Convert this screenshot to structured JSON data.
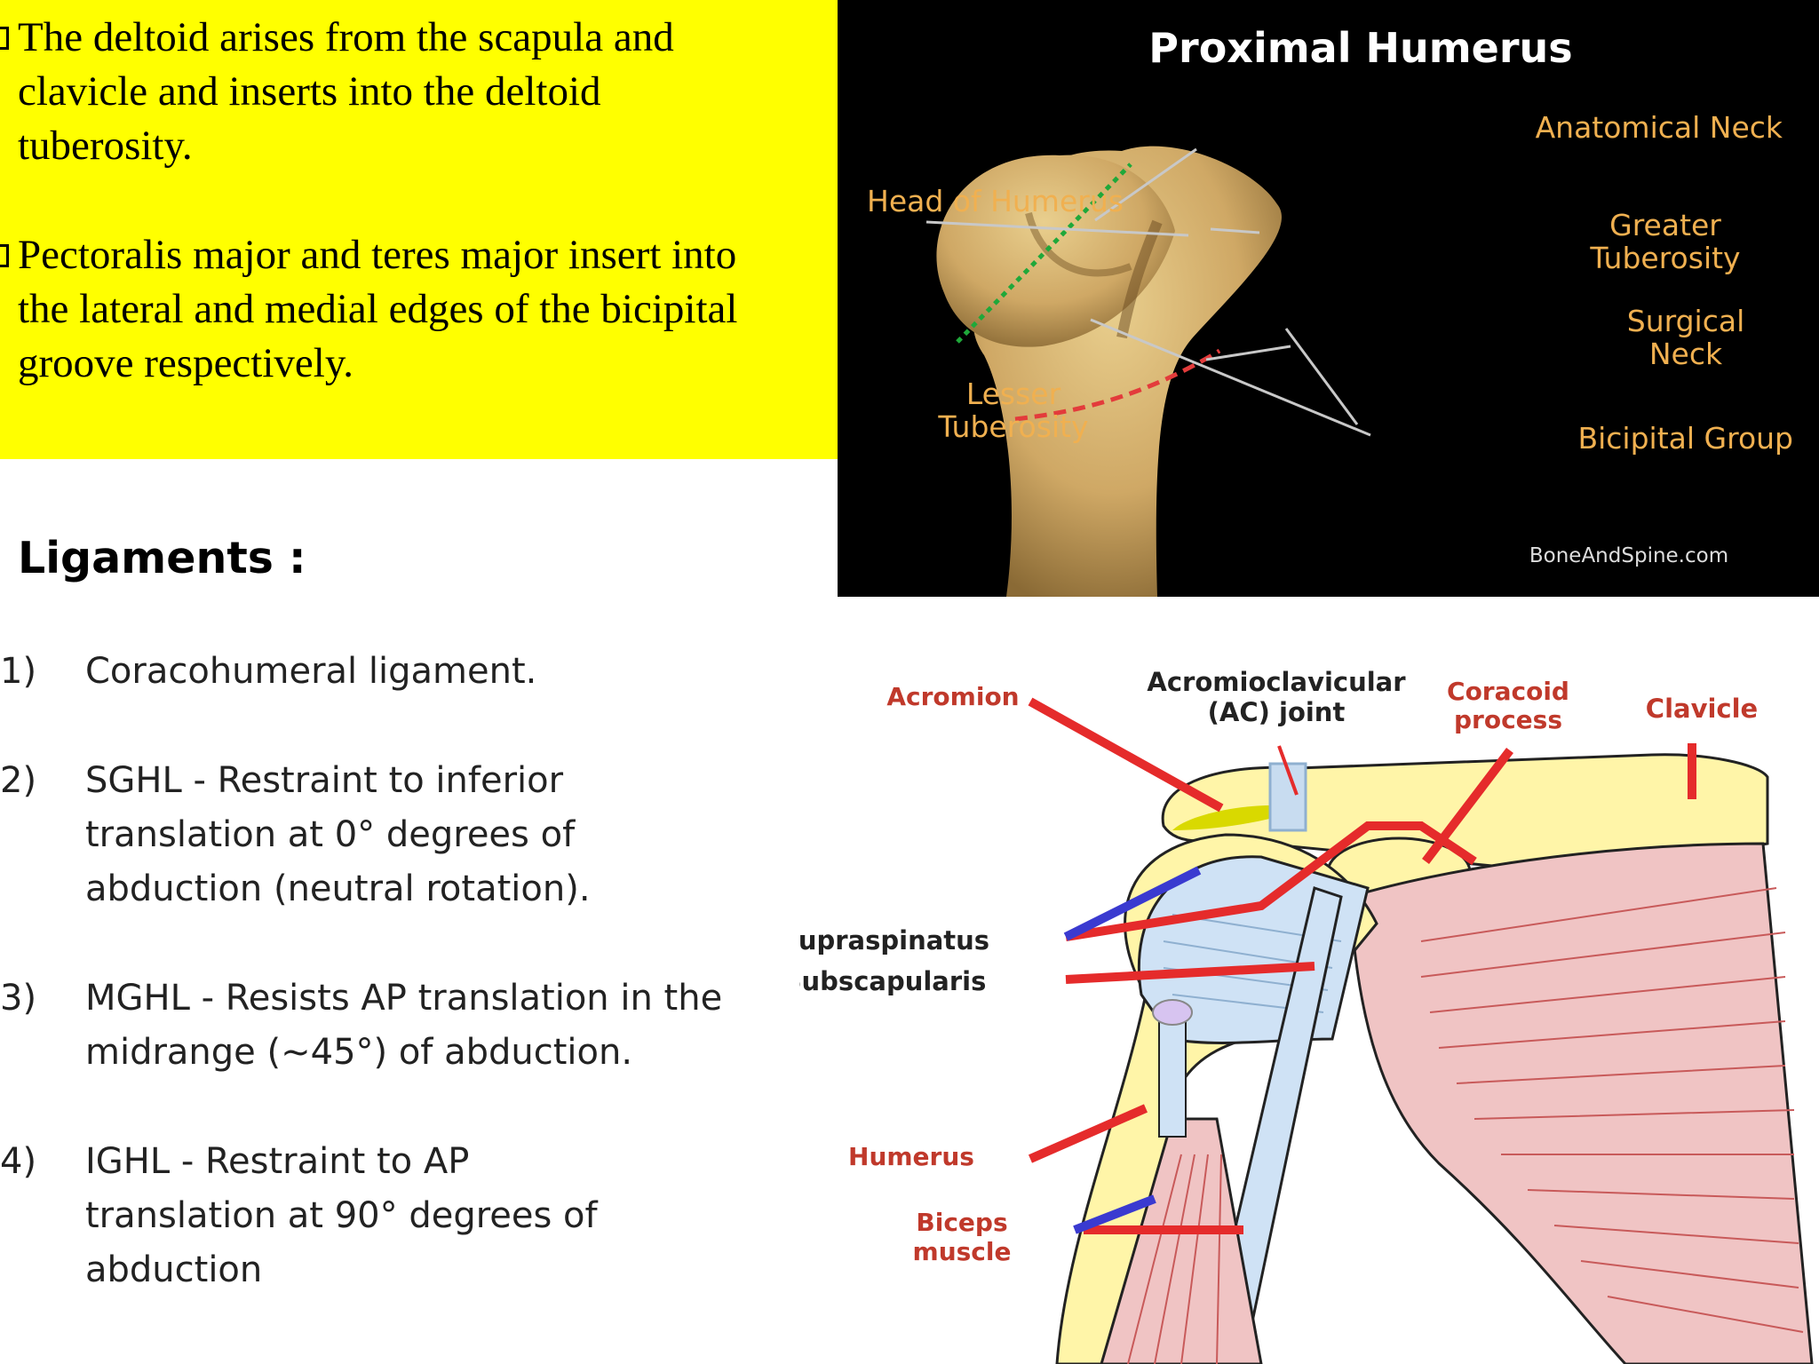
{
  "bullets": [
    [
      "The deltoid arises from the scapula and",
      "clavicle and inserts into the deltoid",
      "tuberosity."
    ],
    [
      "Pectoralis major and teres major insert into",
      "the lateral and medial edges of the bicipital",
      "groove respectively."
    ]
  ],
  "ligaments": {
    "title": "Ligaments :",
    "items": [
      {
        "num": "1)",
        "lines": [
          "Coracohumeral ligament."
        ]
      },
      {
        "num": "2)",
        "lines": [
          "SGHL - Restraint to inferior",
          "translation at 0° degrees of",
          "abduction (neutral rotation)."
        ]
      },
      {
        "num": "3)",
        "lines": [
          "MGHL - Resists AP translation in the",
          "midrange (~45°) of abduction."
        ]
      },
      {
        "num": "4)",
        "lines": [
          "IGHL - Restraint to AP",
          "translation at 90° degrees of",
          "abduction"
        ]
      }
    ]
  },
  "humerus_image": {
    "title": "Proximal Humerus",
    "labels": {
      "anatomical_neck": "Anatomical Neck",
      "head": "Head of Humerus",
      "greater_1": "Greater",
      "greater_2": "Tuberosity",
      "surgical_1": "Surgical",
      "surgical_2": "Neck",
      "lesser_1": "Lesser",
      "lesser_2": "Tuberosity",
      "bicipital": "Bicipital Group"
    },
    "watermark": "BoneAndSpine.com"
  },
  "shoulder_diagram": {
    "labels": {
      "acromion": "Acromion",
      "ac_1": "Acromioclavicular",
      "ac_2": "(AC) joint",
      "coracoid_1": "Coracoid",
      "coracoid_2": "process",
      "clavicle": "Clavicle",
      "supraspinatus": "Supraspinatus",
      "subscapularis": "Subscapularis",
      "humerus": "Humerus",
      "biceps_1": "Biceps",
      "biceps_2": "muscle"
    }
  },
  "colors": {
    "highlight": "#ffff00",
    "label_orange": "#f0b050",
    "label_red": "#c0392b",
    "line_red": "#e52b2b",
    "line_blue": "#3a3ad0"
  }
}
